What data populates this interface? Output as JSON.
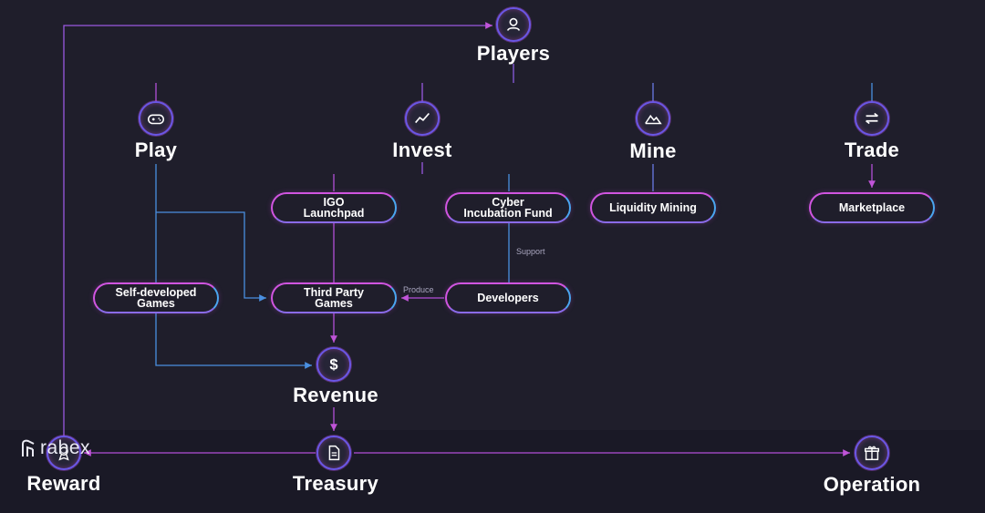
{
  "nodes": {
    "players": "Players",
    "play": "Play",
    "invest": "Invest",
    "mine": "Mine",
    "trade": "Trade",
    "revenue": "Revenue",
    "reward": "Reward",
    "treasury": "Treasury",
    "operation": "Operation"
  },
  "boxes": {
    "igo_launchpad": "IGO\nLaunchpad",
    "cyber_incubation_fund": "Cyber\nIncubation Fund",
    "liquidity_mining": "Liquidity Mining",
    "marketplace": "Marketplace",
    "self_developed_games": "Self-developed\nGames",
    "third_party_games": "Third Party\nGames",
    "developers": "Developers"
  },
  "edge_labels": {
    "support": "Support",
    "produce": "Produce"
  },
  "brand": {
    "name": "rabex"
  },
  "icons": {
    "players": "user-icon",
    "play": "gamepad-icon",
    "invest": "trend-line-icon",
    "mine": "mountain-icon",
    "trade": "swap-arrows-icon",
    "revenue": "dollar-icon",
    "reward": "reward-icon",
    "treasury": "document-icon",
    "operation": "gift-icon"
  },
  "colors": {
    "background": "#1f1e2b",
    "pink": "#d055e0",
    "blue": "#4aa6f0",
    "violet": "#6a57e6"
  }
}
